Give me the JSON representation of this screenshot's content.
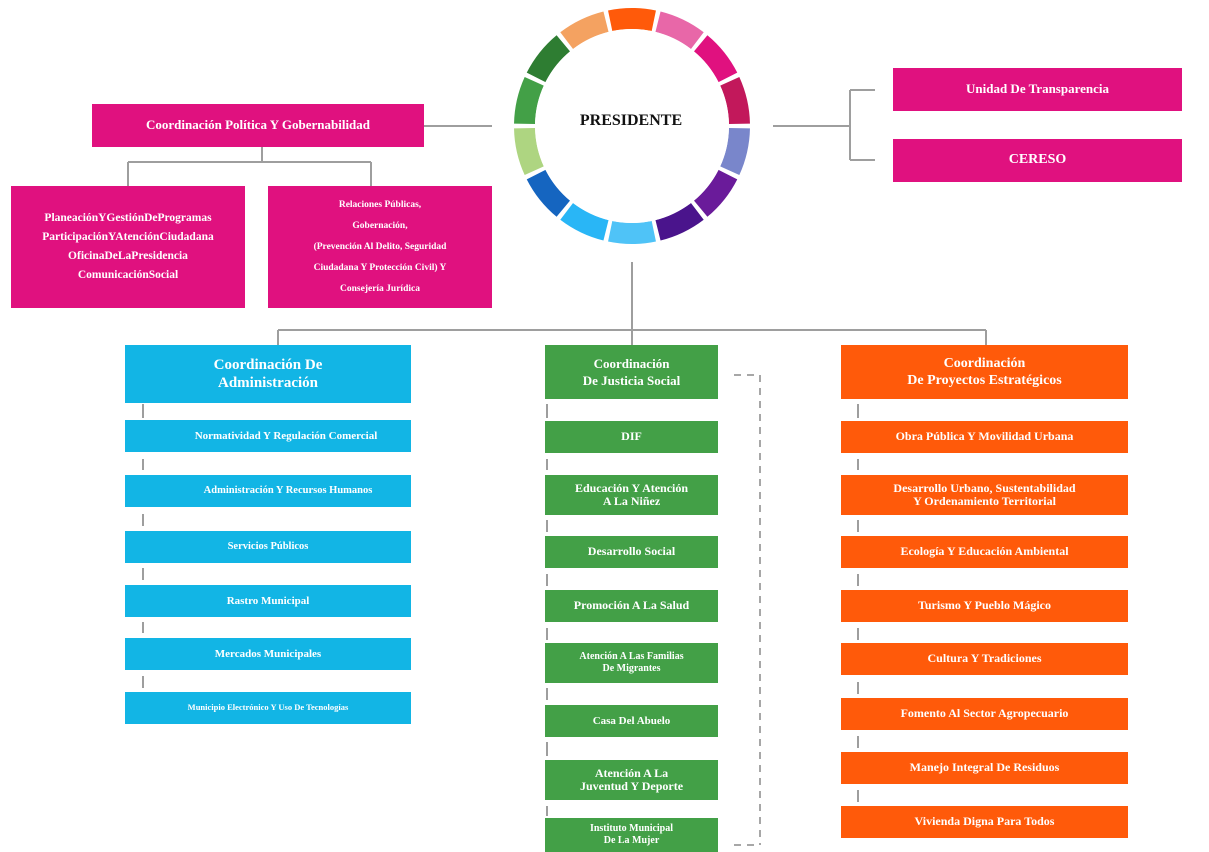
{
  "center": {
    "label": "PRESIDENTE"
  },
  "colors": {
    "pink": "#e0117f",
    "blue": "#12b5e5",
    "green": "#43a047",
    "orange": "#ff5a0a",
    "connector": "#9e9e9e"
  },
  "ring_colors": [
    "#ff5a0a",
    "#e867a8",
    "#e0117f",
    "#c2185b",
    "#7986cb",
    "#6a1b9a",
    "#4a148c",
    "#4fc3f7",
    "#29b6f6",
    "#1565c0",
    "#aed581",
    "#43a047",
    "#2e7d32",
    "#f4a261"
  ],
  "top_left": {
    "coordination": "Coordinación Política Y Gobernabilidad",
    "planning": [
      "PlaneaciónYGestiónDeProgramas",
      "ParticipaciónYAtenciónCiudadana",
      "OficinaDeLaPresidencia",
      "ComunicaciónSocial"
    ],
    "relations": [
      "Relaciones Públicas,",
      "Gobernación,",
      "(Prevención Al Delito, Seguridad",
      "Ciudadana Y Protección Civil) Y",
      "Consejería Jurídica"
    ]
  },
  "top_right": {
    "transparency": "Unidad De Transparencia",
    "cereso": "CERESO"
  },
  "admin": {
    "header": [
      "Coordinación De",
      "Administración"
    ],
    "items": [
      "Normatividad Y Regulación Comercial",
      "Administración Y Recursos Humanos",
      "Servicios Públicos",
      "Rastro Municipal",
      "Mercados Municipales",
      "Municipio Electrónico Y Uso De Tecnologías"
    ]
  },
  "social": {
    "header": [
      "Coordinación",
      "De Justicia Social"
    ],
    "items": [
      [
        "DIF"
      ],
      [
        "Educación Y Atención",
        "A La Niñez"
      ],
      [
        "Desarrollo Social"
      ],
      [
        "Promoción A La Salud"
      ],
      [
        "Atención A Las Familias",
        "De Migrantes"
      ],
      [
        "Casa Del Abuelo"
      ],
      [
        "Atención A La",
        "Juventud Y Deporte"
      ],
      [
        "Instituto Municipal",
        "De La Mujer"
      ]
    ]
  },
  "projects": {
    "header": [
      "Coordinación",
      "De Proyectos Estratégicos"
    ],
    "items": [
      [
        "Obra Pública Y Movilidad Urbana"
      ],
      [
        "Desarrollo Urbano, Sustentabilidad",
        "Y Ordenamiento Territorial"
      ],
      [
        "Ecología Y Educación Ambiental"
      ],
      [
        "Turismo Y Pueblo Mágico"
      ],
      [
        "Cultura Y Tradiciones"
      ],
      [
        "Fomento Al Sector Agropecuario"
      ],
      [
        "Manejo Integral De Residuos"
      ],
      [
        "Vivienda Digna Para Todos"
      ]
    ]
  }
}
